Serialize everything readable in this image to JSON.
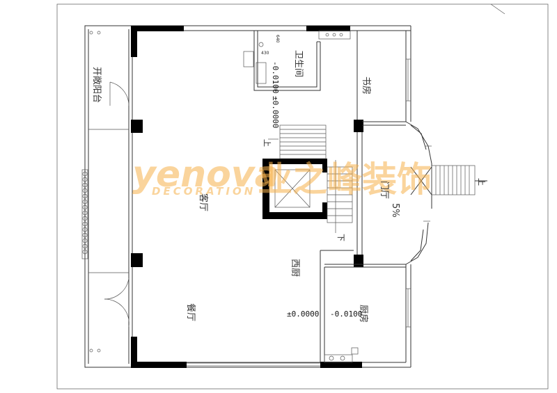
{
  "rooms": {
    "bathroom": "卫生间",
    "study": "书房",
    "open_balcony": "开敞阳台",
    "living_room": "客厅",
    "foyer": "门厅",
    "western_kitchen": "西厨",
    "dining_room": "餐厅",
    "kitchen": "厨房"
  },
  "levels": {
    "bath_level": "-0.0100",
    "hall_level": "±0.0000",
    "dining_level": "±0.0000",
    "kitchen_level": "-0.0100"
  },
  "stair_labels": {
    "up_main": "上",
    "down_main": "下",
    "up_entry": "上"
  },
  "slope": "5%",
  "dimensions": {
    "d640": "640",
    "d430": "430"
  },
  "watermark": {
    "brand_latin": "yenova",
    "brand_sub": "DECORATION",
    "brand_cn": "业之峰装饰"
  },
  "colors": {
    "wall": "#000000",
    "line": "#333333",
    "watermark": "#f5b04a"
  }
}
